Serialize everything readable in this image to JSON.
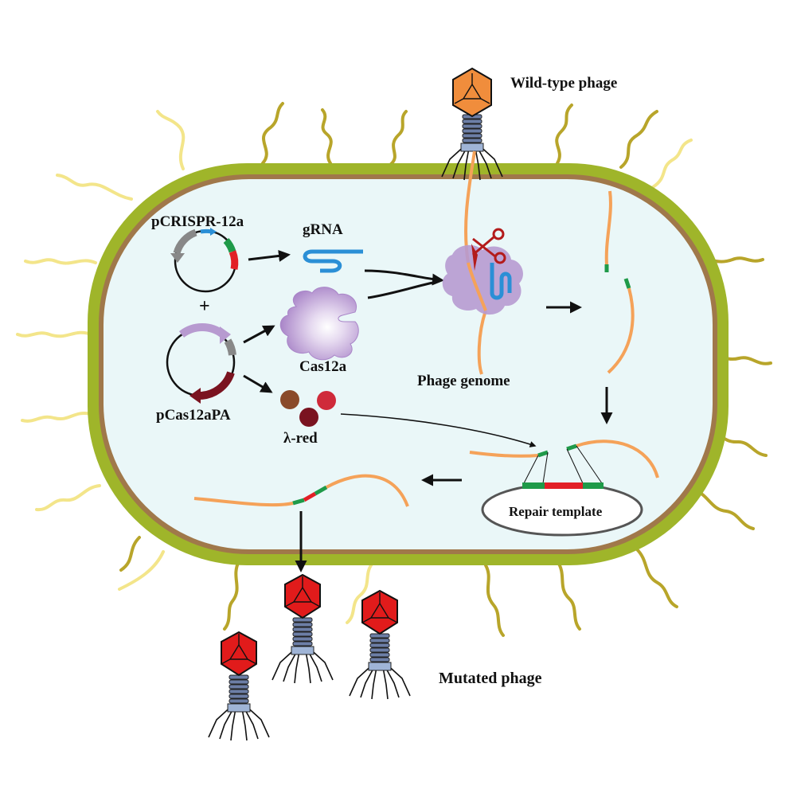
{
  "labels": {
    "wild_type_phage": "Wild-type phage",
    "mutated_phage": "Mutated phage",
    "pcrispr": "pCRISPR-12a",
    "plus": "+",
    "pcas": "pCas12aPA",
    "grna": "gRNA",
    "cas12a": "Cas12a",
    "lambda_red": "λ-red",
    "phage_genome": "Phage genome",
    "repair_template": "Repair template"
  },
  "colors": {
    "cell_wall_outer": "#9fb52a",
    "cell_wall_inner": "#a0784a",
    "cytoplasm": "#eaf7f8",
    "flagella_dark": "#b8a52a",
    "flagella_light": "#f3e58a",
    "dna": "#f5a259",
    "homology_arm": "#1f9a49",
    "mutation": "#e21f26",
    "grna": "#2b8fd6",
    "cas12a": "#b79ad0",
    "wild_capsid": "#f08d3c",
    "mutant_capsid": "#e11b1b",
    "phage_tail": "#6e7fa3",
    "lambda_red_1": "#8a4a2a",
    "lambda_red_2": "#cf2a3a",
    "lambda_red_3": "#7a1320"
  },
  "icons": [
    "phage-icon",
    "plasmid-icon",
    "scissors-icon",
    "protein-icon",
    "arrow-icon"
  ]
}
